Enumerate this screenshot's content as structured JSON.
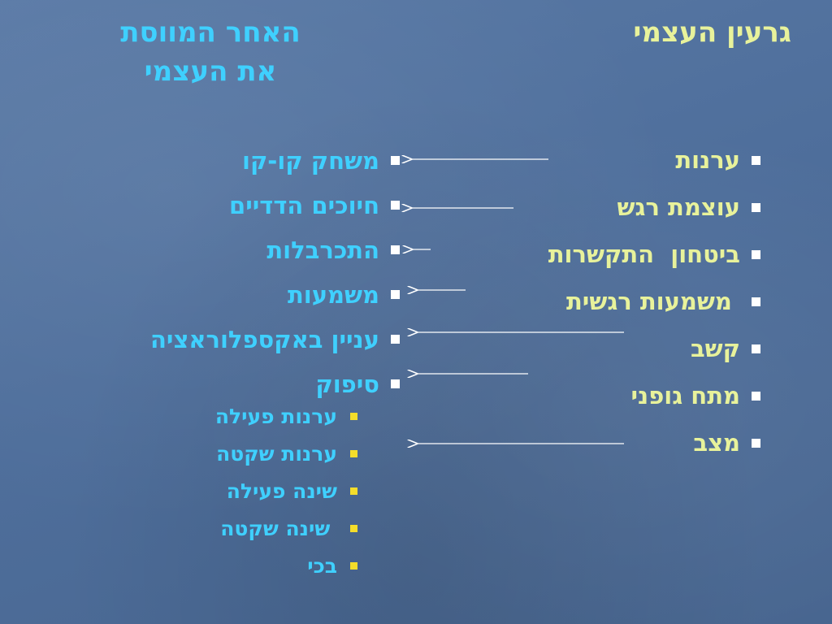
{
  "titles": {
    "right": "גרעין העצמי",
    "left_line1": "האחר המווסת",
    "left_line2": "את העצמי"
  },
  "right_items": [
    "ערנות",
    "עוצמת רגש",
    "ביטחון  התקשרות",
    " משמעות רגשית",
    "קשב",
    "מתח גופני",
    "מצב"
  ],
  "left_items": [
    "משחק קו-קו",
    "חיוכים הדדיים",
    "התכרבלות",
    "משמעות",
    "עניין באקספלוראציה",
    "סיפוק"
  ],
  "sub_items": [
    "ערנות פעילה",
    "ערנות שקטה",
    "שינה פעילה",
    " שינה שקטה",
    "בכי"
  ],
  "colors": {
    "right_text": "#e8f29b",
    "left_text": "#3fd0ff",
    "bullet": "#ffffff",
    "sub_bullet": "#f4dd2a",
    "arrow": "#ffffff"
  }
}
